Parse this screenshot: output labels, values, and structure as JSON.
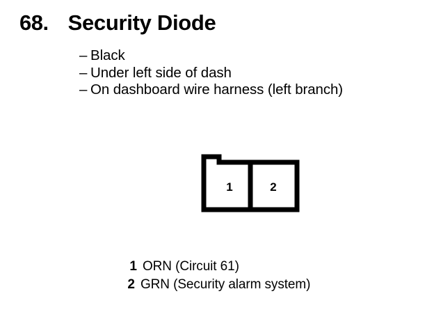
{
  "page": {
    "background_color": "#ffffff",
    "ink_color": "#000000"
  },
  "header": {
    "number": "68.",
    "title": "Security Diode"
  },
  "specs": {
    "dash": "–",
    "items": [
      {
        "text": "Black"
      },
      {
        "text": "Under left side of dash"
      },
      {
        "text": "On dashboard wire harness (left branch)"
      }
    ]
  },
  "connector": {
    "name": "security-diode-connector",
    "cavity_count": 2,
    "pins": [
      {
        "number": "1"
      },
      {
        "number": "2"
      }
    ]
  },
  "legend": {
    "rows": [
      {
        "number": "1",
        "description": "ORN (Circuit 61)"
      },
      {
        "number": "2",
        "description": "GRN (Security alarm system)"
      }
    ]
  }
}
